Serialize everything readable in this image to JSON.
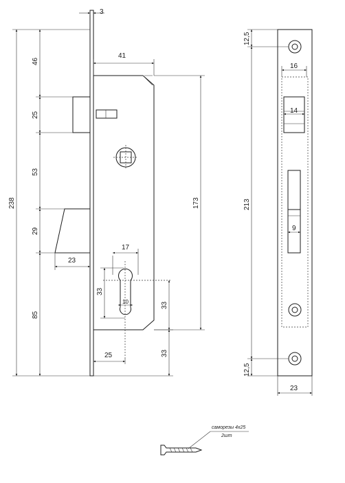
{
  "side_view": {
    "faceplate_thickness": "3",
    "case_depth": "41",
    "top_offset": "46",
    "latch_height": "25",
    "latch_to_deadbolt": "53",
    "deadbolt_height": "29",
    "deadbolt_throw": "23",
    "bottom_offset": "85",
    "total_height": "238",
    "case_height": "173",
    "cylinder_width": "17",
    "cylinder_height": "33",
    "cylinder_slot": "10",
    "backset": "25",
    "handle_to_cylinder": "33",
    "cylinder_to_bottom": "33"
  },
  "front_view": {
    "screw_offset_top": "12,5",
    "latch_window_width": "16",
    "latch_width": "14",
    "screw_spacing": "213",
    "deadbolt_width": "9",
    "screw_offset_bottom": "12,5",
    "plate_width": "23"
  },
  "screw_note": {
    "line1": "саморезы 4х25",
    "line2": "2шт"
  }
}
